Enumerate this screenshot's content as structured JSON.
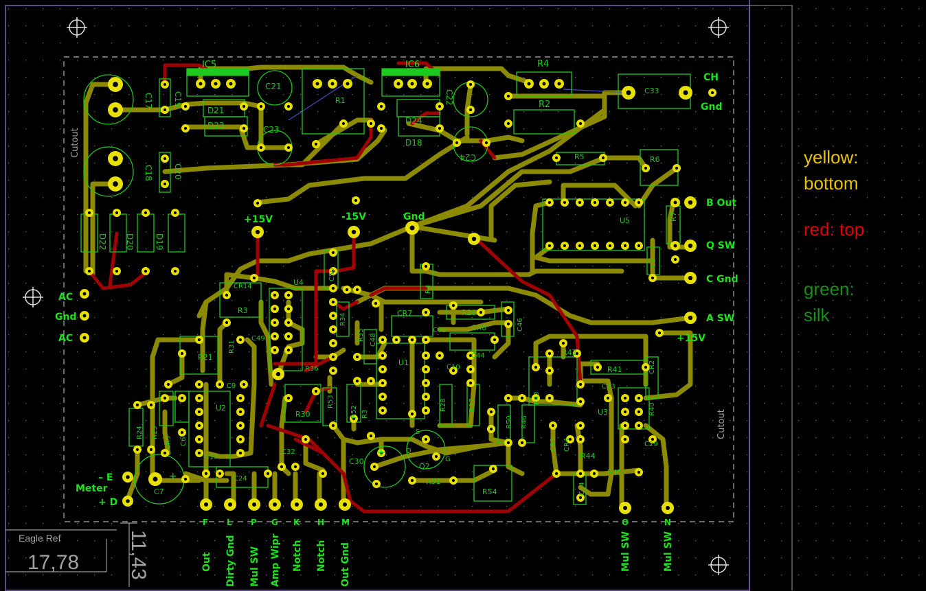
{
  "legend": {
    "bottom_label": "yellow:\nbottom",
    "top_label": "red: top",
    "silk_label": "green:\nsilk",
    "colors": {
      "bottom": "#8c8a00",
      "top": "#a00000",
      "silk": "#1fc81f",
      "pad": "#e8e000",
      "outline": "#8060b0"
    }
  },
  "board": {
    "cutout_left": "Cutout",
    "cutout_right": "Cutout",
    "eagle_ref_label": "Eagle Ref",
    "dim_x": "17,78",
    "dim_y": "11,43"
  },
  "components": [
    "IC5",
    "IC6",
    "R4",
    "R2",
    "C33",
    "C17",
    "C19",
    "C21",
    "C23",
    "D21",
    "D23",
    "C22",
    "D24",
    "D18",
    "C24",
    "C18",
    "C20",
    "R5",
    "R6",
    "U5",
    "R7",
    "C8",
    "D22",
    "D20",
    "D19",
    "CR14",
    "U4",
    "C50",
    "R3",
    "R34",
    "R35",
    "C48",
    "C49",
    "R4",
    "CR7",
    "C45",
    "R29",
    "C46",
    "CR8",
    "C44",
    "R21",
    "R31",
    "C9",
    "U2",
    "R36",
    "U1",
    "C10",
    "R30",
    "R53",
    "R52",
    "R28",
    "R27",
    "R24",
    "R25",
    "CR5",
    "C6",
    "C12",
    "C32",
    "C24",
    "C30",
    "Q2",
    "R51",
    "R54",
    "C7",
    "R42",
    "R41",
    "CR2",
    "C13",
    "R43",
    "CR3",
    "CR4",
    "R50",
    "R46",
    "U3",
    "R40",
    "C29",
    "R44",
    "R45",
    "C14"
  ],
  "pad_labels_left": {
    "ac1": "AC",
    "gnd": "Gnd",
    "ac2": "AC",
    "meter": "Meter",
    "e": "– E",
    "d": "+ D"
  },
  "pad_labels_right": {
    "ch": "CH",
    "gnd": "Gnd",
    "b_out": "B  Out",
    "q_sw": "Q  SW",
    "c_gnd": "C  Gnd",
    "a_sw": "A  SW",
    "p15v": "+15V"
  },
  "supply_labels": {
    "p15": "+15V",
    "m15": "-15V",
    "gnd": "Gnd"
  },
  "bottom_pads": [
    {
      "letter": "F",
      "label": "Out"
    },
    {
      "letter": "L",
      "label": "Dirty Gnd"
    },
    {
      "letter": "P",
      "label": "Mul SW"
    },
    {
      "letter": "G",
      "label": "Amp Wipr"
    },
    {
      "letter": "K",
      "label": "Notch"
    },
    {
      "letter": "H",
      "label": "Notch"
    },
    {
      "letter": "M",
      "label": "Out Gnd"
    },
    {
      "letter": "O",
      "label": "Mul SW"
    },
    {
      "letter": "N",
      "label": "Mul SW"
    }
  ],
  "q2_pins": {
    "s": "S",
    "d": "D",
    "g": "G"
  }
}
